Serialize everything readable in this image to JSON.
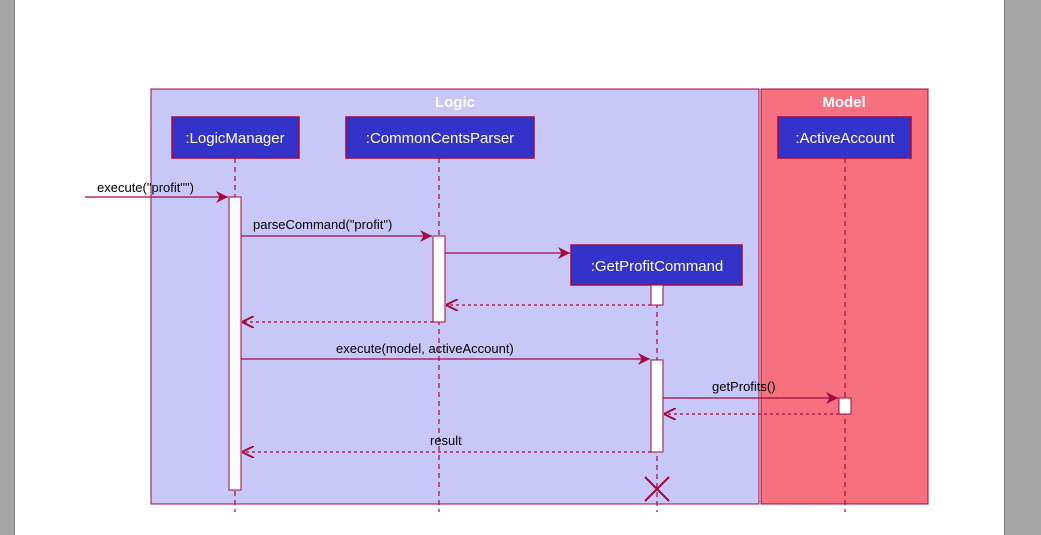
{
  "colors": {
    "logic_fill": "#c8c8f8",
    "model_fill": "#f7707f",
    "frame_border": "#a3093e",
    "participant_fill": "#3333cc",
    "participant_text": "#ffffff",
    "arrow": "#a3093e",
    "activation_fill": "#ffffff"
  },
  "boxes": {
    "logic": {
      "title": "Logic"
    },
    "model": {
      "title": "Model"
    }
  },
  "participants": {
    "logic_manager": ":LogicManager",
    "parser": ":CommonCentsParser",
    "command": ":GetProfitCommand",
    "account": ":ActiveAccount"
  },
  "messages": {
    "m1": "execute(\"profit\"\")",
    "m2": "parseCommand(\"profit\")",
    "m3": "",
    "m4": "",
    "m5": "",
    "m6": "execute(model, activeAccount)",
    "m7": "getProfits()",
    "m8": "",
    "m9": "result"
  },
  "icons": {
    "destroy": "destroy-x-icon"
  }
}
